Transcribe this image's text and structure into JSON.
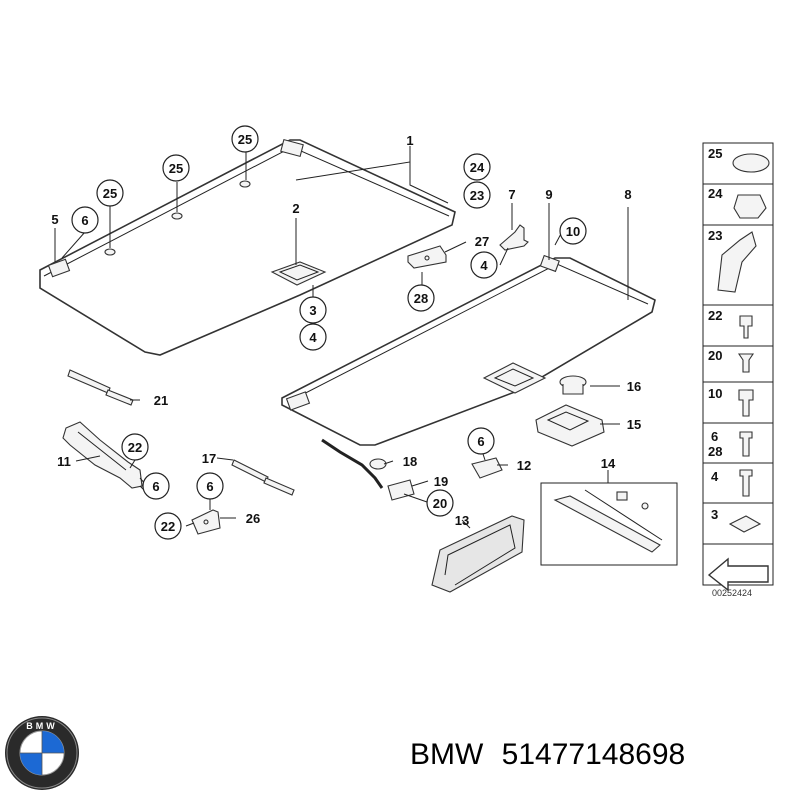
{
  "brand": {
    "name": "BMW",
    "part_number": "51477148698"
  },
  "diagram_code": "00252424",
  "callouts": [
    "1",
    "2",
    "3",
    "4",
    "5",
    "6",
    "7",
    "8",
    "9",
    "10",
    "11",
    "12",
    "13",
    "14",
    "15",
    "16",
    "17",
    "18",
    "19",
    "20",
    "21",
    "22",
    "23",
    "24",
    "25",
    "26",
    "27",
    "28"
  ],
  "legend_items": [
    "25",
    "24",
    "23",
    "22",
    "20",
    "10",
    "6",
    "28",
    "4",
    "3"
  ],
  "logo_letters": "BMW",
  "colors": {
    "line": "#222222",
    "part_fill": "#f4f4f4",
    "logo_blue": "#1c69d4"
  }
}
